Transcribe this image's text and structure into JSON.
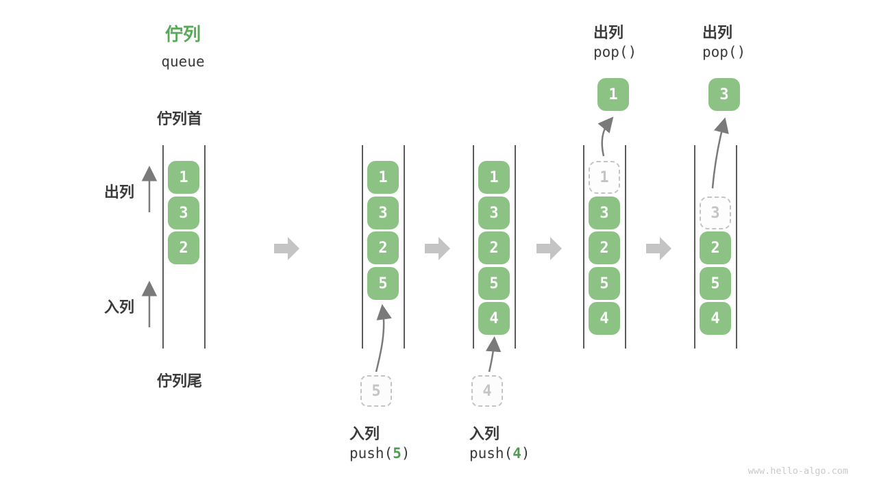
{
  "title": {
    "zh": "佇列",
    "en": "queue"
  },
  "side_labels": {
    "front": "佇列首",
    "rear": "佇列尾",
    "dequeue": "出列",
    "enqueue": "入列"
  },
  "watermark": "www.hello-algo.com",
  "colors": {
    "accent_green": "#57a957",
    "box_green": "#8dc285",
    "box_text": "#ffffff",
    "code_arg_green": "#4c9e50",
    "dark_text": "#3a3a3a",
    "thin_arrow_gray": "#7a7a7a",
    "block_arrow_gray": "#c4c4c4",
    "dashed_gray": "#c4c4c4",
    "wall_gray": "#5a5a5a",
    "watermark_gray": "#c9c9c9"
  },
  "columns": [
    {
      "boxes": [
        {
          "row": 0,
          "value": "1"
        },
        {
          "row": 1,
          "value": "3"
        },
        {
          "row": 2,
          "value": "2"
        }
      ]
    },
    {
      "boxes": [
        {
          "row": 0,
          "value": "1"
        },
        {
          "row": 1,
          "value": "3"
        },
        {
          "row": 2,
          "value": "2"
        },
        {
          "row": 3,
          "value": "5"
        }
      ],
      "pending_value": "5",
      "operation": {
        "label": "入列",
        "code_prefix": "push(",
        "code_arg": "5",
        "code_suffix": ")"
      }
    },
    {
      "boxes": [
        {
          "row": 0,
          "value": "1"
        },
        {
          "row": 1,
          "value": "3"
        },
        {
          "row": 2,
          "value": "2"
        },
        {
          "row": 3,
          "value": "5"
        },
        {
          "row": 4,
          "value": "4"
        }
      ],
      "pending_value": "4",
      "operation": {
        "label": "入列",
        "code_prefix": "push(",
        "code_arg": "4",
        "code_suffix": ")"
      }
    },
    {
      "boxes": [
        {
          "row": 0,
          "value": "1",
          "ghost": true
        },
        {
          "row": 1,
          "value": "3"
        },
        {
          "row": 2,
          "value": "2"
        },
        {
          "row": 3,
          "value": "5"
        },
        {
          "row": 4,
          "value": "4"
        }
      ],
      "pop": {
        "label": "出列",
        "code": "pop()",
        "value": "1"
      }
    },
    {
      "boxes": [
        {
          "row": 1,
          "value": "3",
          "ghost": true
        },
        {
          "row": 2,
          "value": "2"
        },
        {
          "row": 3,
          "value": "5"
        },
        {
          "row": 4,
          "value": "4"
        }
      ],
      "pop": {
        "label": "出列",
        "code": "pop()",
        "value": "3"
      }
    }
  ]
}
